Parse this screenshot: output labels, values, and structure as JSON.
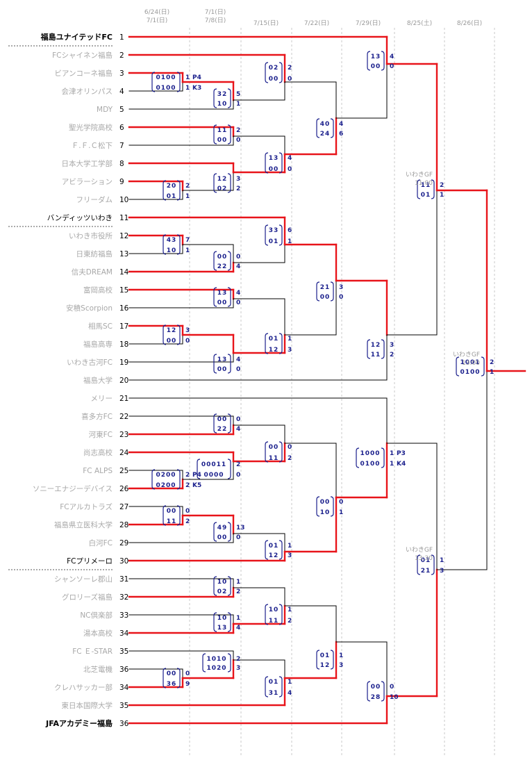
{
  "date_headers": [
    [
      "6/24(日)",
      "7/1(日)"
    ],
    [
      "7/1(日)",
      "7/8(日)"
    ],
    [
      "7/15(日)"
    ],
    [
      "7/22(日)"
    ],
    [
      "7/29(日)"
    ],
    [
      "8/25(土)"
    ],
    [
      "8/26(日)"
    ]
  ],
  "teams": [
    {
      "name": "福島ユナイテッドFC",
      "num": "1",
      "style": "bold"
    },
    {
      "name": "FCシャイネン福島",
      "num": "2",
      "style": "light"
    },
    {
      "name": "ビアンコーネ福島",
      "num": "3",
      "style": "light"
    },
    {
      "name": "会津オリンパス",
      "num": "4",
      "style": "light"
    },
    {
      "name": "MDY",
      "num": "5",
      "style": "light"
    },
    {
      "name": "聖光学院高校",
      "num": "6",
      "style": "light"
    },
    {
      "name": "Ｆ.Ｆ.Ｃ松下",
      "num": "7",
      "style": "light"
    },
    {
      "name": "日本大学工学部",
      "num": "8",
      "style": "light"
    },
    {
      "name": "アビラーション",
      "num": "9",
      "style": "light"
    },
    {
      "name": "フリーダム",
      "num": "10",
      "style": "light"
    },
    {
      "name": "バンディッツいわき",
      "num": "11",
      "style": "dark"
    },
    {
      "name": "いわき市役所",
      "num": "12",
      "style": "light"
    },
    {
      "name": "日東紡福島",
      "num": "13",
      "style": "light"
    },
    {
      "name": "信夫DREAM",
      "num": "14",
      "style": "light"
    },
    {
      "name": "富岡高校",
      "num": "15",
      "style": "light"
    },
    {
      "name": "安積Scorpion",
      "num": "16",
      "style": "light"
    },
    {
      "name": "相馬SC",
      "num": "17",
      "style": "light"
    },
    {
      "name": "福島高専",
      "num": "18",
      "style": "light"
    },
    {
      "name": "いわき古河FC",
      "num": "19",
      "style": "light"
    },
    {
      "name": "福島大学",
      "num": "20",
      "style": "light"
    },
    {
      "name": "メリー",
      "num": "21",
      "style": "light"
    },
    {
      "name": "喜多方FC",
      "num": "22",
      "style": "light"
    },
    {
      "name": "河東FC",
      "num": "23",
      "style": "light"
    },
    {
      "name": "尚志高校",
      "num": "24",
      "style": "light"
    },
    {
      "name": "FC ALPS",
      "num": "25",
      "style": "light"
    },
    {
      "name": "ソニーエナジーデバイス",
      "num": "26",
      "style": "light"
    },
    {
      "name": "FCアルカトラズ",
      "num": "27",
      "style": "light"
    },
    {
      "name": "福島県立医科大学",
      "num": "28",
      "style": "light"
    },
    {
      "name": "白河FC",
      "num": "29",
      "style": "light"
    },
    {
      "name": "FCプリメーロ",
      "num": "30",
      "style": "dark"
    },
    {
      "name": "シャンソーレ郡山",
      "num": "31",
      "style": "light"
    },
    {
      "name": "グロリーズ福島",
      "num": "32",
      "style": "light"
    },
    {
      "name": "NC倶楽部",
      "num": "33",
      "style": "light"
    },
    {
      "name": "湯本高校",
      "num": "34",
      "style": "light"
    },
    {
      "name": "FC Ｅ-STAR",
      "num": "35",
      "style": "light"
    },
    {
      "name": "北芝電機",
      "num": "36",
      "style": "light"
    },
    {
      "name": "クレハサッカー部",
      "num": "34",
      "style": "light"
    },
    {
      "name": "東日本国際大学",
      "num": "35",
      "style": "light"
    },
    {
      "name": "JFAアカデミー福島",
      "num": "36",
      "style": "bold"
    }
  ],
  "matches": [
    {
      "id": "m1",
      "top": "0100",
      "bottom": "0100",
      "gt": "1",
      "gb": "1",
      "pk_top": "P4",
      "pk_bottom": "K3"
    },
    {
      "id": "m2",
      "top": "20",
      "bottom": "01",
      "gt": "2",
      "gb": "1"
    },
    {
      "id": "m3",
      "top": "43",
      "bottom": "10",
      "gt": "7",
      "gb": "1"
    },
    {
      "id": "m4",
      "top": "12",
      "bottom": "00",
      "gt": "3",
      "gb": "0"
    },
    {
      "id": "m5",
      "top": "0200",
      "bottom": "0200",
      "gt": "2",
      "gb": "2",
      "pk_top": "P4",
      "pk_bottom": "K5"
    },
    {
      "id": "m6",
      "top": "00",
      "bottom": "11",
      "gt": "0",
      "gb": "2"
    },
    {
      "id": "m7",
      "top": "00",
      "bottom": "36",
      "gt": "0",
      "gb": "9"
    },
    {
      "id": "m8",
      "top": "32",
      "bottom": "10",
      "gt": "5",
      "gb": "1"
    },
    {
      "id": "m9",
      "top": "11",
      "bottom": "00",
      "gt": "2",
      "gb": "0"
    },
    {
      "id": "m10",
      "top": "12",
      "bottom": "02",
      "gt": "3",
      "gb": "2"
    },
    {
      "id": "m11",
      "top": "00",
      "bottom": "22",
      "gt": "0",
      "gb": "4"
    },
    {
      "id": "m12",
      "top": "13",
      "bottom": "00",
      "gt": "4",
      "gb": "0"
    },
    {
      "id": "m13",
      "top": "13",
      "bottom": "00",
      "gt": "4",
      "gb": "0"
    },
    {
      "id": "m14",
      "top": "00",
      "bottom": "22",
      "gt": "0",
      "gb": "4"
    },
    {
      "id": "m15",
      "top": "00011",
      "bottom": "0000",
      "gt": "2",
      "gb": "0"
    },
    {
      "id": "m16",
      "top": "49",
      "bottom": "00",
      "gt": "13",
      "gb": "0"
    },
    {
      "id": "m17",
      "top": "10",
      "bottom": "02",
      "gt": "1",
      "gb": "2"
    },
    {
      "id": "m18",
      "top": "10",
      "bottom": "13",
      "gt": "1",
      "gb": "4"
    },
    {
      "id": "m19",
      "top": "1010",
      "bottom": "1020",
      "gt": "2",
      "gb": "3"
    },
    {
      "id": "m20",
      "top": "02",
      "bottom": "00",
      "gt": "2",
      "gb": "0"
    },
    {
      "id": "m21",
      "top": "13",
      "bottom": "00",
      "gt": "4",
      "gb": "0"
    },
    {
      "id": "m22",
      "top": "33",
      "bottom": "01",
      "gt": "6",
      "gb": "1"
    },
    {
      "id": "m23",
      "top": "01",
      "bottom": "12",
      "gt": "1",
      "gb": "3"
    },
    {
      "id": "m24",
      "top": "00",
      "bottom": "11",
      "gt": "0",
      "gb": "2"
    },
    {
      "id": "m25",
      "top": "01",
      "bottom": "12",
      "gt": "1",
      "gb": "3"
    },
    {
      "id": "m26",
      "top": "10",
      "bottom": "11",
      "gt": "1",
      "gb": "2"
    },
    {
      "id": "m27",
      "top": "01",
      "bottom": "31",
      "gt": "1",
      "gb": "4"
    },
    {
      "id": "m28",
      "top": "40",
      "bottom": "24",
      "gt": "4",
      "gb": "6"
    },
    {
      "id": "m29",
      "top": "21",
      "bottom": "00",
      "gt": "3",
      "gb": "0"
    },
    {
      "id": "m30",
      "top": "00",
      "bottom": "10",
      "gt": "0",
      "gb": "1"
    },
    {
      "id": "m31",
      "top": "01",
      "bottom": "12",
      "gt": "1",
      "gb": "3"
    },
    {
      "id": "m32",
      "top": "13",
      "bottom": "00",
      "gt": "4",
      "gb": "0"
    },
    {
      "id": "m33",
      "top": "12",
      "bottom": "11",
      "gt": "3",
      "gb": "2"
    },
    {
      "id": "m34",
      "top": "1000",
      "bottom": "0100",
      "gt": "1",
      "gb": "1",
      "pk_top": "P3",
      "pk_bottom": "K4"
    },
    {
      "id": "m35",
      "top": "00",
      "bottom": "28",
      "gt": "0",
      "gb": "10"
    },
    {
      "id": "m36",
      "top": "11",
      "bottom": "01",
      "gt": "2",
      "gb": "1",
      "venue": "いわきGF",
      "time": "11:00"
    },
    {
      "id": "m37",
      "top": "01",
      "bottom": "21",
      "gt": "1",
      "gb": "3",
      "venue": "いわきGF",
      "time": "13:30"
    },
    {
      "id": "m38",
      "top": "1001",
      "bottom": "0100",
      "gt": "2",
      "gb": "1",
      "venue": "いわきGF",
      "time": "13:00"
    }
  ],
  "colors": {
    "winner_line": "#e8141a",
    "loser_line": "#000000",
    "score": "#1a1f8c",
    "muted": "#a8a8a8"
  }
}
